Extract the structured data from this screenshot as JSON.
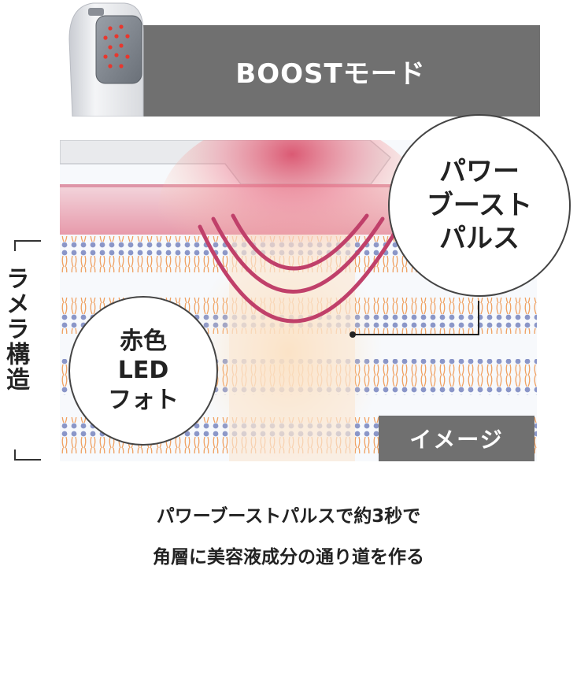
{
  "header": {
    "mode_label": "BOOSTモード"
  },
  "callouts": {
    "pulse_lines": [
      "パワー",
      "ブースト",
      "パルス"
    ],
    "led_lines": [
      "赤色",
      "LED",
      "フォト"
    ]
  },
  "side_label": "ラメラ構造",
  "image_tag": "イメージ",
  "caption": {
    "line1": "パワーブーストパルスで約3秒で",
    "line2": "角層に美容液成分の通り道を作る"
  },
  "colors": {
    "bar_gray": "#707070",
    "pulse_wave": "#c0406a",
    "led_red": "#e8372e",
    "skin_pink": "#e88aa0",
    "lipid_orange": "#f0a060",
    "lipid_head_blue": "#8a96c8"
  },
  "icons": [
    "device-head-icon",
    "led-dot-icon"
  ]
}
